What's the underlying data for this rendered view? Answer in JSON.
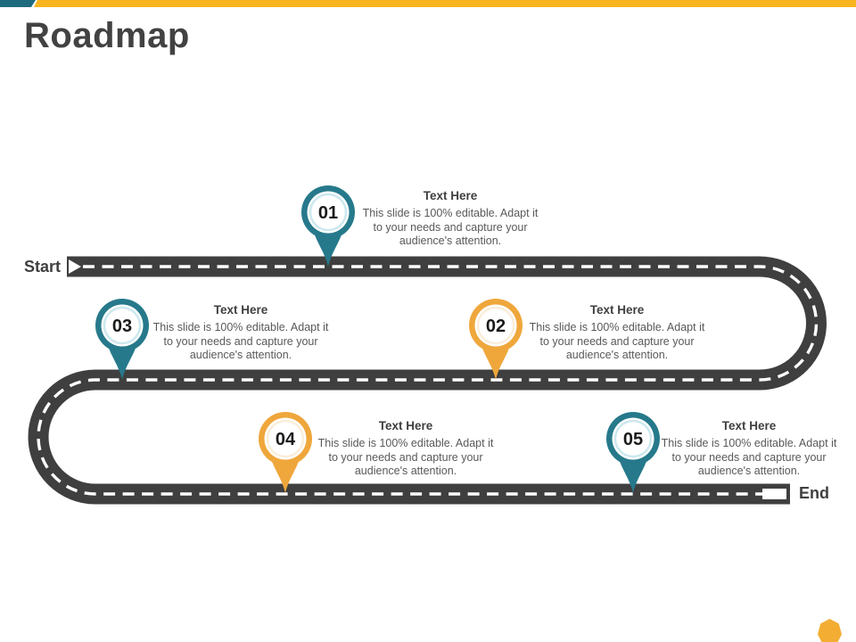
{
  "slide": {
    "title": "Roadmap",
    "start_label": "Start",
    "end_label": "End"
  },
  "colors": {
    "teal": "#26798B",
    "teal_light": "#CDE8EE",
    "yellow": "#EFA73C",
    "yellow_light": "#FAEEDA",
    "road": "#3F3F3F",
    "dash_white": "#FFFFFF",
    "header_teal": "#1F6B7E",
    "header_yellow": "#F7B41E",
    "title_text": "#424242",
    "body_text": "#595959",
    "corner_yellow": "#F3AD33"
  },
  "milestones": [
    {
      "number": "01",
      "pin_color": "teal",
      "title": "Text Here",
      "description": "This slide is 100% editable. Adapt it to your needs and capture your audience's attention."
    },
    {
      "number": "02",
      "pin_color": "yellow",
      "title": "Text Here",
      "description": "This slide is 100% editable. Adapt it to your needs and capture your audience's attention."
    },
    {
      "number": "03",
      "pin_color": "teal",
      "title": "Text Here",
      "description": "This slide is 100% editable. Adapt it to your needs and capture your audience's attention."
    },
    {
      "number": "04",
      "pin_color": "yellow",
      "title": "Text Here",
      "description": "This slide is 100% editable. Adapt it to your needs and capture your audience's attention."
    },
    {
      "number": "05",
      "pin_color": "teal",
      "title": "Text Here",
      "description": "This slide is 100% editable. Adapt it to your needs and capture your audience's attention."
    }
  ]
}
